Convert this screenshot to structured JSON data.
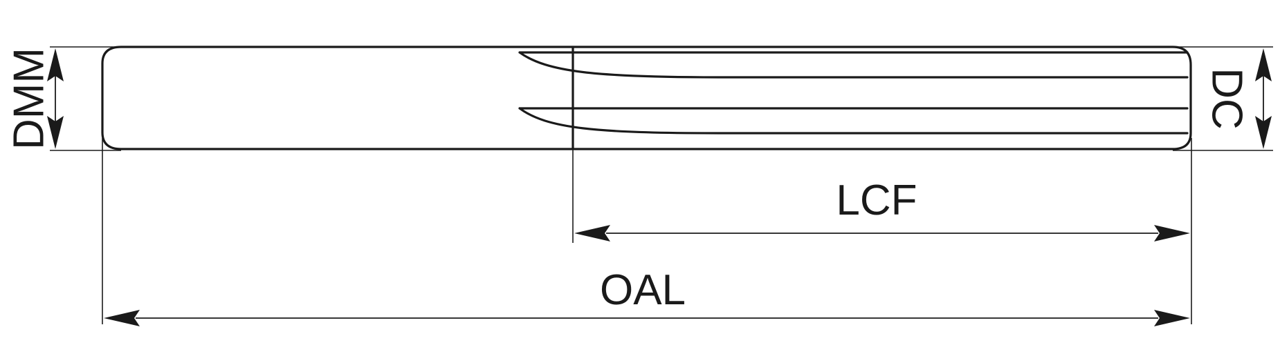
{
  "labels": {
    "dmm": "DMM",
    "dc": "DC",
    "lcf": "LCF",
    "oal": "OAL"
  },
  "colors": {
    "line": "#1a1a1a",
    "background": "#ffffff"
  }
}
